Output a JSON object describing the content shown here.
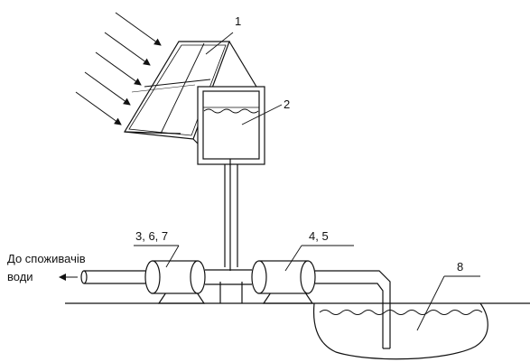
{
  "diagram": {
    "labels": {
      "solar_panel": "1",
      "water_tank": "2",
      "consumer_pump_unit": "3, 6, 7",
      "intake_pump_unit": "4, 5",
      "water_source": "8"
    },
    "outlet_caption": {
      "line1": "До споживачів",
      "line2": "води"
    },
    "colors": {
      "ink": "#111111",
      "background": "#ffffff"
    }
  }
}
